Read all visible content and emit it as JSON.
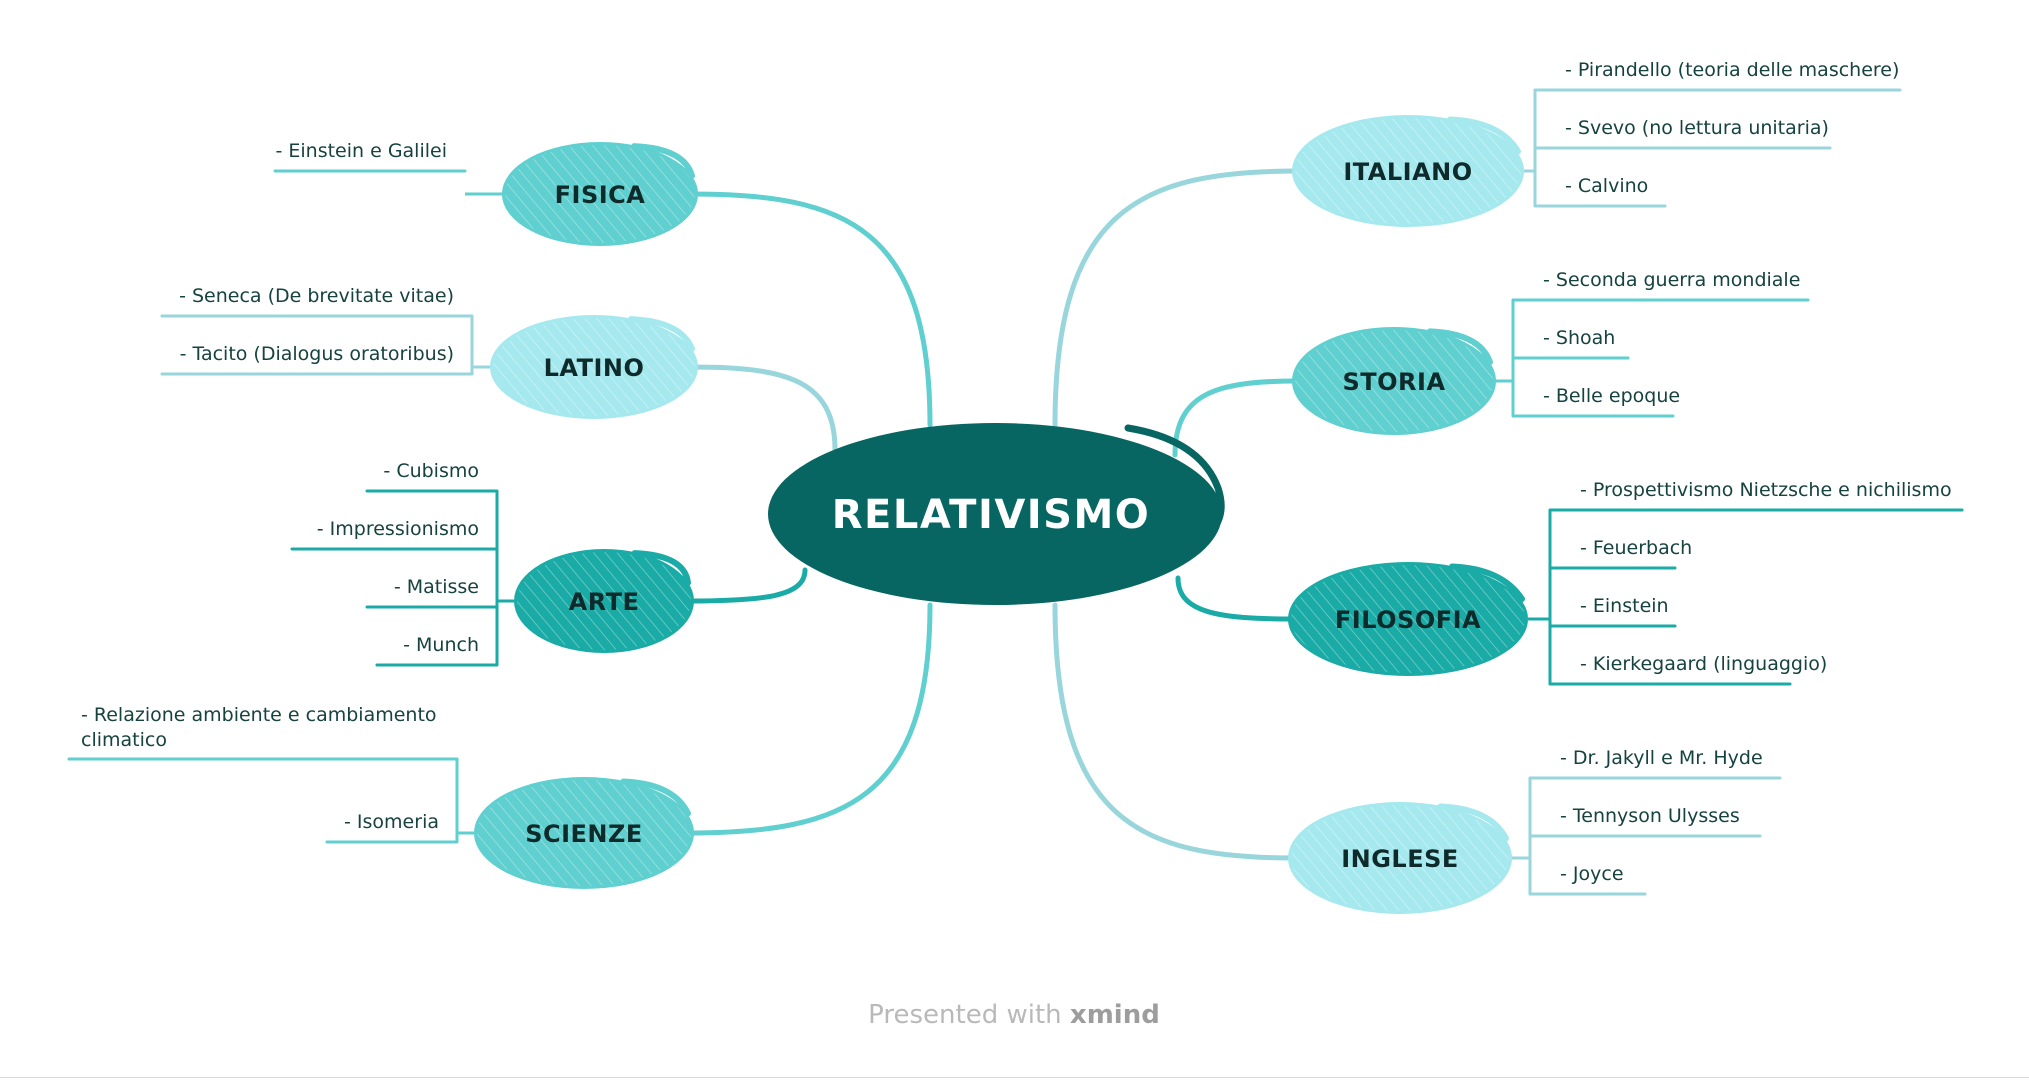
{
  "central": {
    "label": "RELATIVISMO",
    "color": "#076662"
  },
  "footer": {
    "prefix": "Presented with ",
    "brand": "xmind"
  },
  "topics": [
    {
      "id": "fisica",
      "label": "FISICA",
      "side": "left",
      "color": "#5fcfcf",
      "items": [
        "- Einstein e Galilei"
      ]
    },
    {
      "id": "latino",
      "label": "LATINO",
      "side": "left",
      "color": "#a5e9ef",
      "items": [
        "- Seneca (De brevitate vitae)",
        "- Tacito (Dialogus oratoribus)"
      ]
    },
    {
      "id": "arte",
      "label": "ARTE",
      "side": "left",
      "color": "#1aaba6",
      "items": [
        "- Cubismo",
        "- Impressionismo",
        "- Matisse",
        "- Munch"
      ]
    },
    {
      "id": "scienze",
      "label": "SCIENZE",
      "side": "left",
      "color": "#5fcfcf",
      "items": [
        "- Relazione ambiente e cambiamento climatico",
        "- Isomeria"
      ]
    },
    {
      "id": "italiano",
      "label": "ITALIANO",
      "side": "right",
      "color": "#a5e9ef",
      "items": [
        "- Pirandello (teoria delle maschere)",
        "- Svevo (no lettura unitaria)",
        "- Calvino"
      ]
    },
    {
      "id": "storia",
      "label": "STORIA",
      "side": "right",
      "color": "#5fcfcf",
      "items": [
        "- Seconda guerra mondiale",
        "- Shoah",
        "- Belle epoque"
      ]
    },
    {
      "id": "filosofia",
      "label": "FILOSOFIA",
      "side": "right",
      "color": "#1aaba6",
      "items": [
        "- Prospettivismo Nietzsche e nichilismo",
        "- Feuerbach",
        "- Einstein",
        "- Kierkegaard (linguaggio)"
      ]
    },
    {
      "id": "inglese",
      "label": "INGLESE",
      "side": "right",
      "color": "#a5e9ef",
      "items": [
        "- Dr. Jakyll e Mr. Hyde",
        "- Tennyson Ulysses",
        "- Joyce"
      ]
    }
  ]
}
